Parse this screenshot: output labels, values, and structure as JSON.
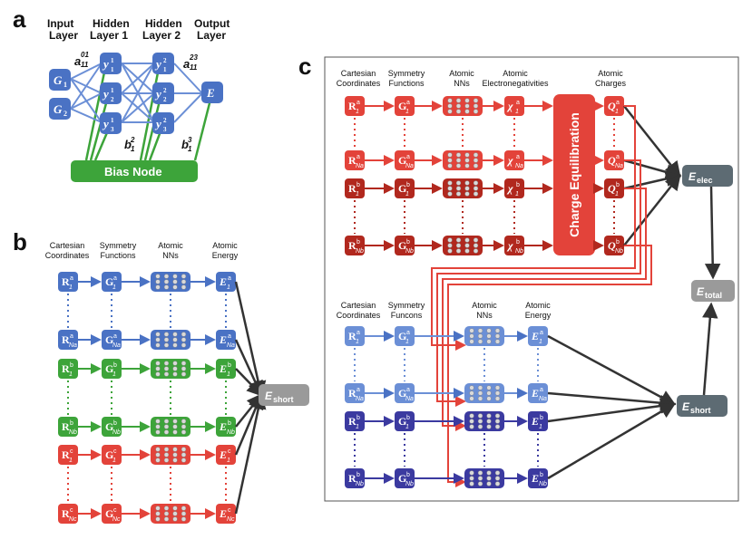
{
  "panel_a": {
    "letter": "a",
    "layer_labels": [
      "Input\nLayer",
      "Hidden\nLayer 1",
      "Hidden\nLayer 2",
      "Output\nLayer"
    ],
    "inputs": [
      "G1",
      "G2"
    ],
    "hidden1": [
      "y1",
      "y2",
      "y3"
    ],
    "hidden2": [
      "y1",
      "y2",
      "y3"
    ],
    "output": "E",
    "bias_label": "Bias Node",
    "weight_labels": [
      "a01/11",
      "a23/11",
      "b2/1",
      "b3/1"
    ]
  },
  "panel_b": {
    "letter": "b",
    "headers": [
      "Cartesian\nCoordinates",
      "Symmetry\nFunctions",
      "Atomic\nNNs",
      "Atomic\nEnergy"
    ],
    "groups": [
      {
        "color": "#4a72c4",
        "elem": "a",
        "rows": [
          "1",
          "Na"
        ]
      },
      {
        "color": "#3da43a",
        "elem": "b",
        "rows": [
          "1",
          "Nb"
        ]
      },
      {
        "color": "#e3433a",
        "elem": "c",
        "rows": [
          "1",
          "Nc"
        ]
      }
    ],
    "output": "Eshort"
  },
  "panel_c": {
    "letter": "c",
    "headers_top": [
      "Cartesian\nCoordinates",
      "Symmetry\nFunctions",
      "Atomic\nNNs",
      "Atomic\nElectronegativities",
      "Atomic\nCharges"
    ],
    "headers_bottom": [
      "Cartesian\nCoordinates",
      "Symmetry\nFuncons",
      "Atomic\nNNs",
      "Atomic\nEnergy"
    ],
    "charge_eq": "Charge Equilibration",
    "e_elec": "Eelec",
    "e_total": "Etotal",
    "e_short": "Eshort"
  }
}
